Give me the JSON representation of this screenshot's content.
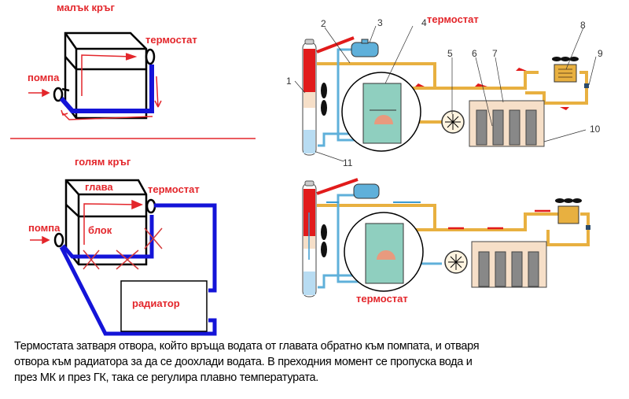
{
  "small_circuit": {
    "title": "малък кръг",
    "thermostat_label": "термостат",
    "pump_label": "помпа"
  },
  "large_circuit": {
    "title": "голям кръг",
    "head_label": "глава",
    "block_label": "блок",
    "thermostat_label": "термостат",
    "pump_label": "помпа",
    "radiator_label": "радиатор"
  },
  "schematic_top": {
    "thermostat_label": "термостат",
    "callouts": [
      "1",
      "2",
      "3",
      "4",
      "5",
      "6",
      "7",
      "8",
      "9",
      "10",
      "11"
    ]
  },
  "schematic_bottom": {
    "thermostat_label": "термостат"
  },
  "caption": {
    "lines": [
      "Термостата затваря отвора, който връща водата от главата обратно към помпата, и отваря",
      "отвора към радиатора за да се доохлади водата. В преходния момент се пропуска вода и",
      "през МК и през ГК, така се регулира плавно температурата."
    ]
  },
  "colors": {
    "label_red": "#e3262b",
    "hose_blue": "#1414d8",
    "pipe_orange": "#e8b040",
    "coolant_light_blue": "#5fb0da",
    "hot_red": "#e11b1b",
    "thermostat_green": "#8fcfbf",
    "block_beige": "#f6dfc8"
  }
}
